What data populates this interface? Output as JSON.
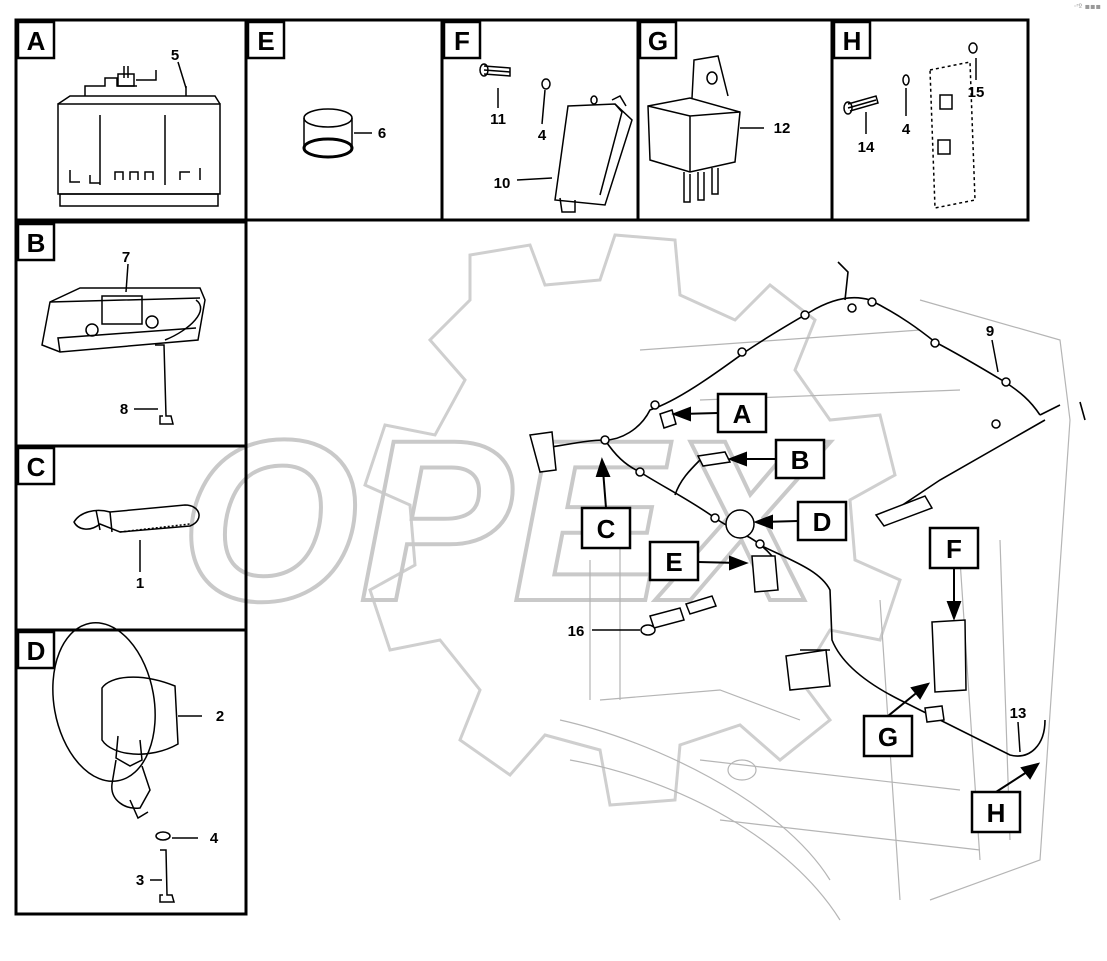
{
  "corner_mark": "·ʳº ▪▪▪",
  "watermark": "OPEX",
  "panels": {
    "A": {
      "letter": "A",
      "callouts": [
        "5"
      ]
    },
    "B": {
      "letter": "B",
      "callouts": [
        "7",
        "8"
      ]
    },
    "C": {
      "letter": "C",
      "callouts": [
        "1"
      ]
    },
    "D": {
      "letter": "D",
      "callouts": [
        "2",
        "4",
        "3"
      ]
    },
    "E": {
      "letter": "E",
      "callouts": [
        "6"
      ]
    },
    "F": {
      "letter": "F",
      "callouts": [
        "11",
        "4",
        "10"
      ]
    },
    "G": {
      "letter": "G",
      "callouts": [
        "12"
      ]
    },
    "H": {
      "letter": "H",
      "callouts": [
        "15",
        "14",
        "4"
      ]
    }
  },
  "main": {
    "tags": [
      "A",
      "B",
      "C",
      "D",
      "E",
      "F",
      "G",
      "H"
    ],
    "callouts": [
      "9",
      "16",
      "13"
    ]
  }
}
